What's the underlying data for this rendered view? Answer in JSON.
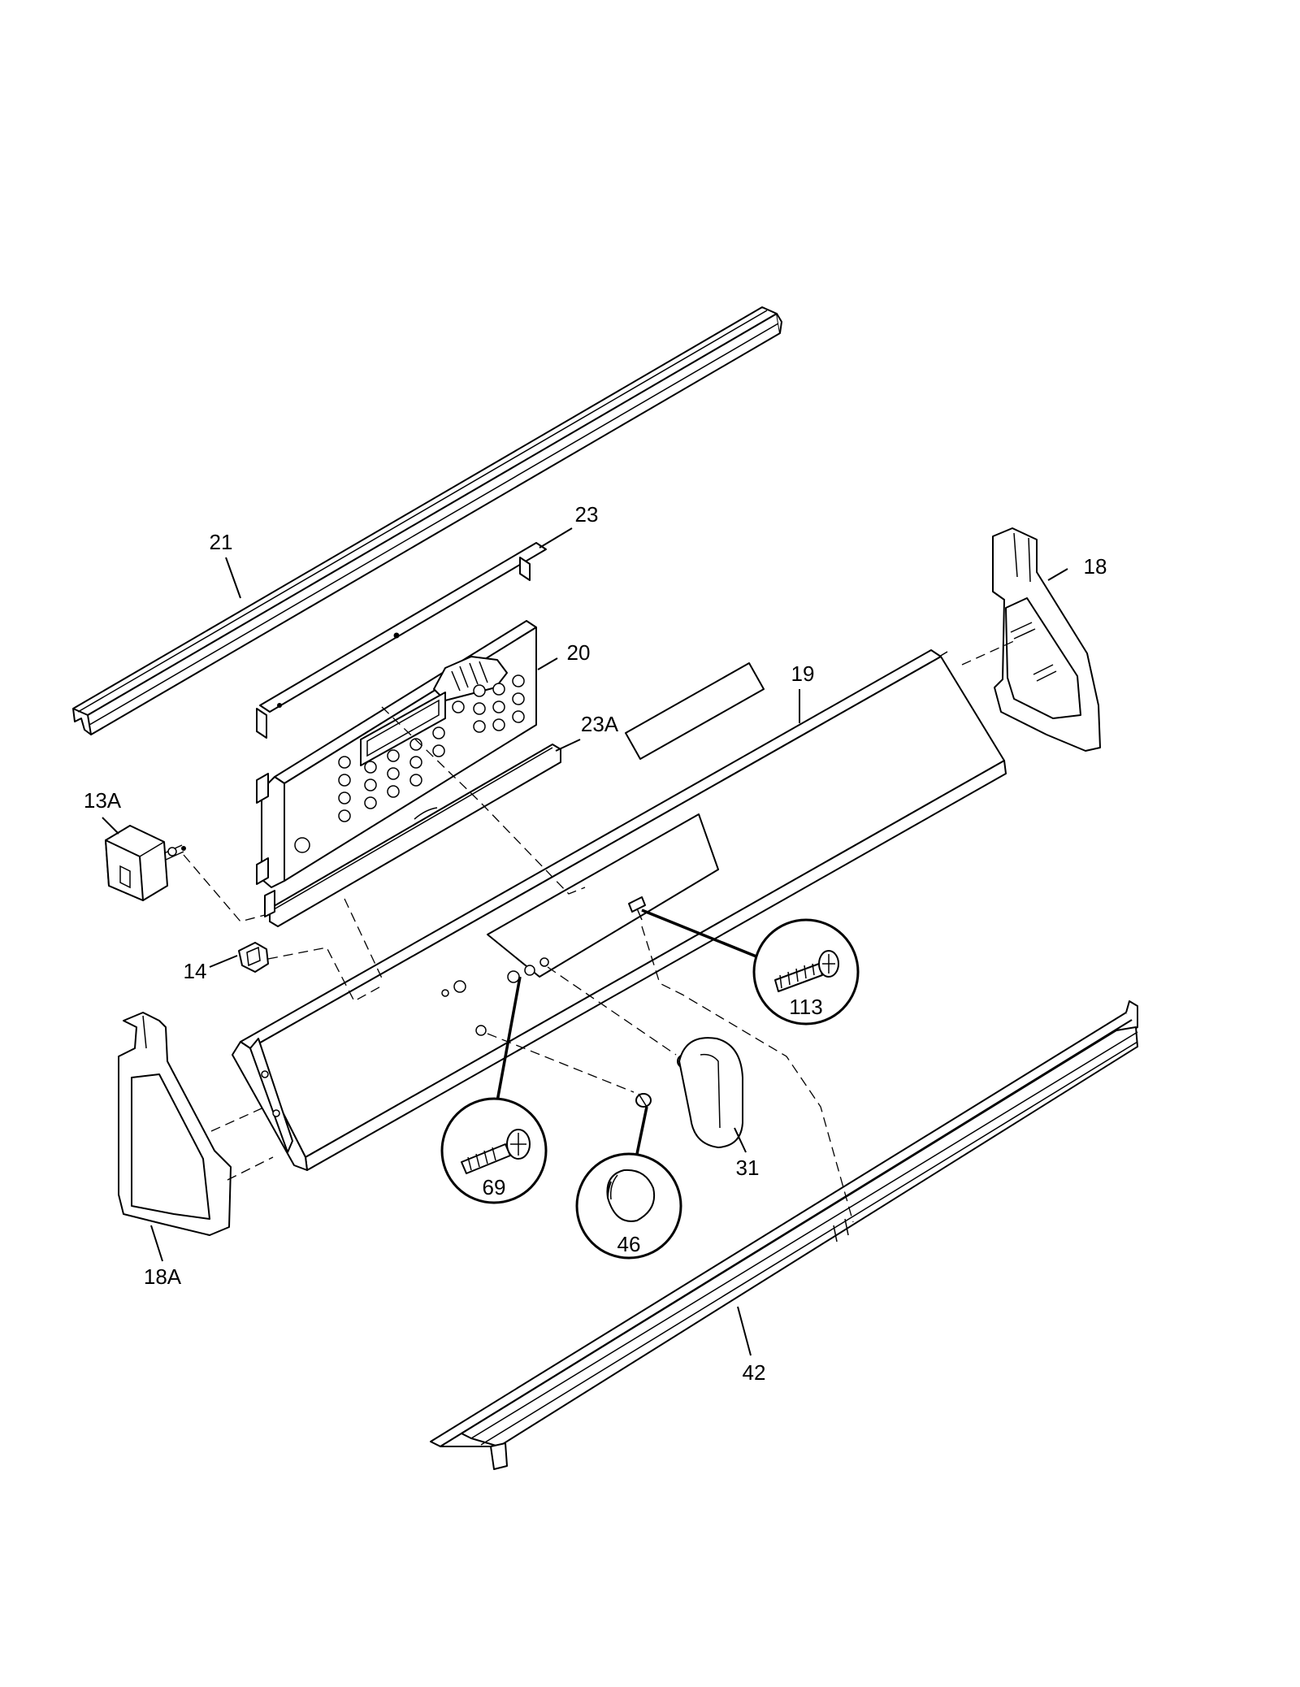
{
  "callouts": {
    "c21": "21",
    "c23": "23",
    "c18": "18",
    "c20": "20",
    "c19": "19",
    "c23a": "23A",
    "c13a": "13A",
    "c14": "14",
    "c113": "113",
    "c69": "69",
    "c46": "46",
    "c31": "31",
    "c18a": "18A",
    "c42": "42"
  }
}
